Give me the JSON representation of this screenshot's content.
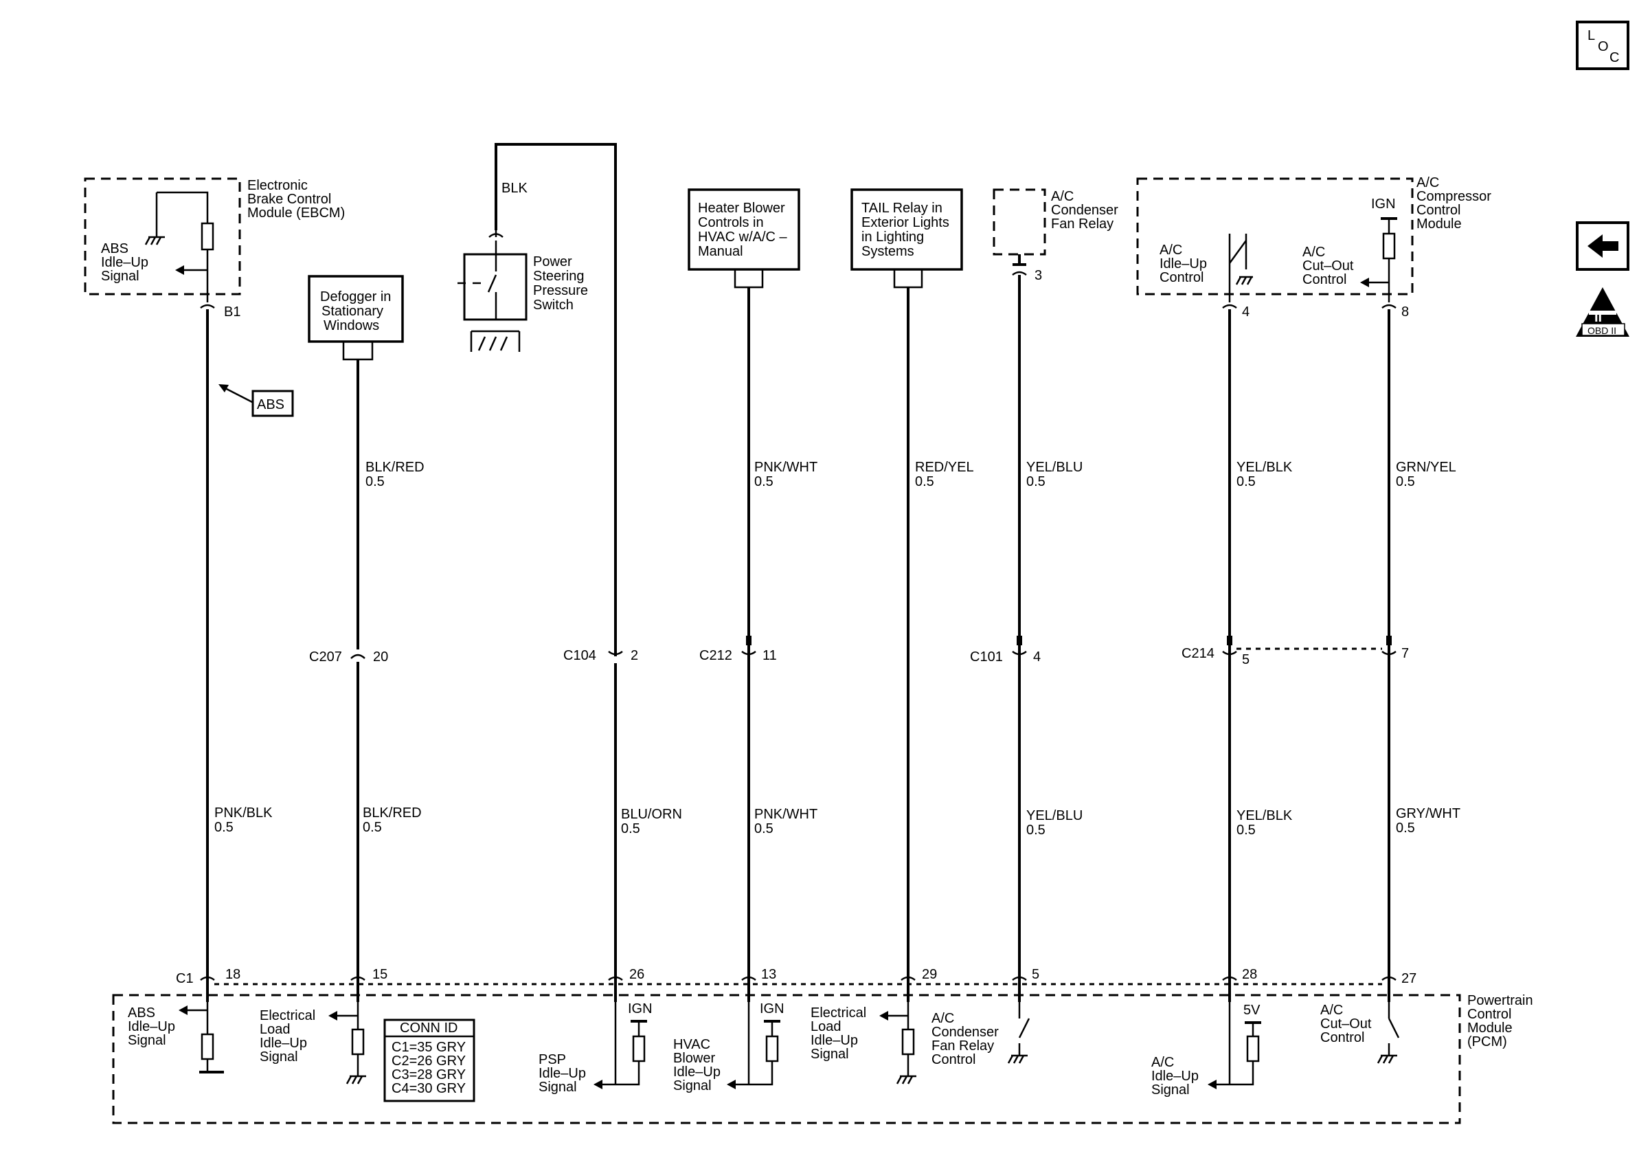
{
  "nav": {
    "loc_icon": "loc-icon",
    "loc_l": "L",
    "loc_o": "O",
    "loc_c": "C",
    "back_icon": "left-arrow-icon",
    "obd_icon": "obd-ii-icon",
    "obd_numeral": "II",
    "obd_label": "OBD II"
  },
  "components": {
    "ebcm": {
      "l1": "Electronic",
      "l2": "Brake Control",
      "l3": "Module (EBCM)",
      "sig1": "ABS",
      "sig2": "Idle–Up",
      "sig3": "Signal"
    },
    "abs_tag": "ABS",
    "defogger": {
      "l1": "Defogger in",
      "l2": "Stationary",
      "l3": "Windows"
    },
    "psps": {
      "l1": "Power",
      "l2": "Steering",
      "l3": "Pressure",
      "l4": "Switch",
      "wire": "BLK"
    },
    "heater": {
      "l1": "Heater Blower",
      "l2": "Controls in",
      "l3": "HVAC w/A/C –",
      "l4": "Manual"
    },
    "tail": {
      "l1": "TAIL Relay in",
      "l2": "Exterior Lights",
      "l3": "in Lighting",
      "l4": "Systems"
    },
    "condenser": {
      "l1": "A/C",
      "l2": "Condenser",
      "l3": "Fan Relay"
    },
    "compressor": {
      "l1": "A/C",
      "l2": "Compressor",
      "l3": "Control",
      "l4": "Module",
      "ign": "IGN",
      "idle1": "A/C",
      "idle2": "Idle–Up",
      "idle3": "Control",
      "cut1": "A/C",
      "cut2": "Cut–Out",
      "cut3": "Control"
    }
  },
  "pins": {
    "b1": "B1",
    "p3": "3",
    "p4": "4",
    "p8": "8",
    "c207": "C207",
    "c207p": "20",
    "c104": "C104",
    "c104p": "2",
    "c212": "C212",
    "c212p": "11",
    "c101": "C101",
    "c101p": "4",
    "c214": "C214",
    "c214a": "5",
    "c214b": "7",
    "c1": "C1",
    "pcm": [
      "18",
      "15",
      "26",
      "13",
      "29",
      "5",
      "28",
      "27"
    ]
  },
  "wires_upper": [
    {
      "color": "BLK/RED",
      "gauge": "0.5"
    },
    {
      "color": "PNK/WHT",
      "gauge": "0.5"
    },
    {
      "color": "RED/YEL",
      "gauge": "0.5"
    },
    {
      "color": "YEL/BLU",
      "gauge": "0.5"
    },
    {
      "color": "YEL/BLK",
      "gauge": "0.5"
    },
    {
      "color": "GRN/YEL",
      "gauge": "0.5"
    }
  ],
  "wires_lower": [
    {
      "color": "PNK/BLK",
      "gauge": "0.5"
    },
    {
      "color": "BLK/RED",
      "gauge": "0.5"
    },
    {
      "color": "BLU/ORN",
      "gauge": "0.5"
    },
    {
      "color": "PNK/WHT",
      "gauge": "0.5"
    },
    {
      "color": "YEL/BLU",
      "gauge": "0.5"
    },
    {
      "color": "YEL/BLK",
      "gauge": "0.5"
    },
    {
      "color": "GRY/WHT",
      "gauge": "0.5"
    }
  ],
  "pcm": {
    "l1": "Powertrain",
    "l2": "Control",
    "l3": "Module",
    "l4": "(PCM)",
    "abs1": "ABS",
    "abs2": "Idle–Up",
    "abs3": "Signal",
    "el1": "Electrical",
    "el2": "Load",
    "el3": "Idle–Up",
    "el4": "Signal",
    "psp1": "PSP",
    "psp2": "Idle–Up",
    "psp3": "Signal",
    "hv1": "HVAC",
    "hv2": "Blower",
    "hv3": "Idle–Up",
    "hv4": "Signal",
    "el2_1": "Electrical",
    "el2_2": "Load",
    "el2_3": "Idle–Up",
    "el2_4": "Signal",
    "cf1": "A/C",
    "cf2": "Condenser",
    "cf3": "Fan Relay",
    "cf4": "Control",
    "ac1": "A/C",
    "ac2": "Idle–Up",
    "ac3": "Signal",
    "co1": "A/C",
    "co2": "Cut–Out",
    "co3": "Control",
    "ign": "IGN",
    "v5": "5V"
  },
  "conn_id": {
    "title": "CONN ID",
    "rows": [
      "C1=35 GRY",
      "C2=26 GRY",
      "C3=28 GRY",
      "C4=30 GRY"
    ]
  }
}
